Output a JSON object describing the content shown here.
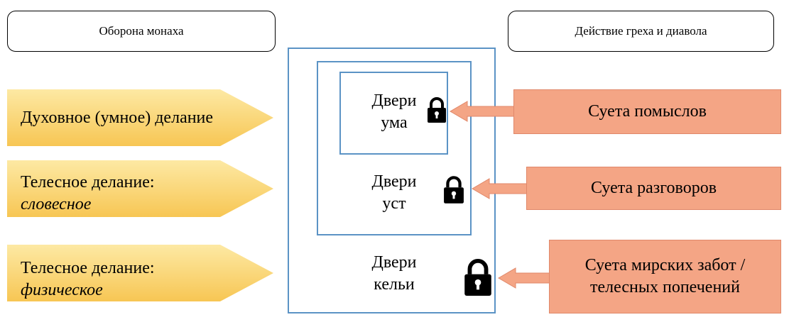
{
  "headers": {
    "left": "Оборона монаха",
    "right": "Действие греха и диавола"
  },
  "defenses": [
    {
      "line1": "Духовное (умное) делание",
      "line2": ""
    },
    {
      "line1": "Телесное делание:",
      "line2": "словесное"
    },
    {
      "line1": "Телесное делание:",
      "line2": "физическое"
    }
  ],
  "doors": [
    {
      "line1": "Двери",
      "line2": "ума"
    },
    {
      "line1": "Двери",
      "line2": "уст"
    },
    {
      "line1": "Двери",
      "line2": "кельи"
    }
  ],
  "threats": [
    {
      "line1": "Суета помыслов",
      "line2": ""
    },
    {
      "line1": "Суета разговоров",
      "line2": ""
    },
    {
      "line1": "Суета мирских забот /",
      "line2": "телесных попечений"
    }
  ],
  "colors": {
    "defense_fill_top": "#fde9a4",
    "defense_fill_bottom": "#f7c654",
    "frame_stroke": "#5b93c5",
    "threat_fill": "#f4a585",
    "arrow_fill": "#f4a585",
    "lock": "#000000"
  },
  "icons": {
    "lock": "padlock-icon"
  }
}
